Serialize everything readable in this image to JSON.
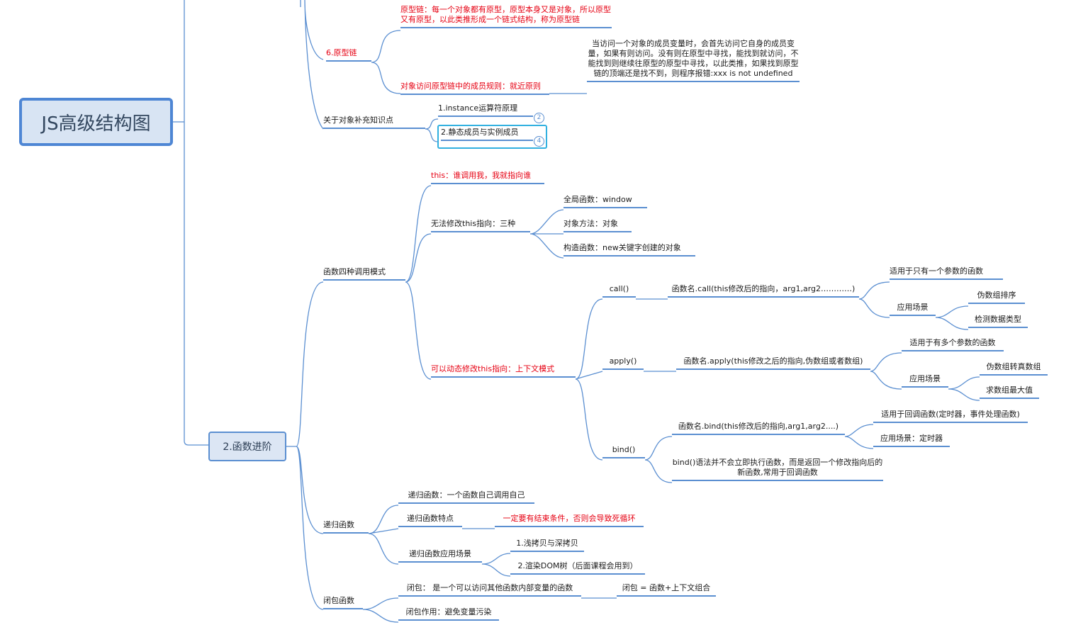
{
  "root": {
    "label": "JS高级结构图"
  },
  "branch_function": {
    "label": "2.函数进阶"
  },
  "prototype_chain": {
    "label": "6.原型链",
    "definition": "原型链：每一个对象都有原型，原型本身又是对象，所以原型又有原型，以此类推形成一个链式结构，称为原型链",
    "access_rule": "对象访问原型链中的成员规则：就近原则",
    "access_rule_detail": "当访问一个对象的成员变量时，会首先访问它自身的成员变量，如果有则访问。没有则在原型中寻找，能找到就访问，不能找到则继续往原型的原型中寻找，以此类推，如果找到原型链的顶端还是找不到，则程序报错:xxx is not undefined"
  },
  "object_supplement": {
    "label": "关于对象补充知识点",
    "items": [
      {
        "label": "1.instance运算符原理",
        "badge": "2"
      },
      {
        "label": "2.静态成员与实例成员",
        "badge": "4"
      }
    ]
  },
  "call_modes": {
    "label": "函数四种调用模式",
    "this_rule": "this：谁调用我，我就指向谁",
    "unchangeable": {
      "label": "无法修改this指向：三种",
      "items": [
        "全局函数：window",
        "对象方法：对象",
        "构造函数：new关键字创建的对象"
      ]
    },
    "changeable": {
      "label": "可以动态修改this指向：上下文模式",
      "call": {
        "label": "call()",
        "syntax": "函数名.call(this修改后的指向，arg1,arg2…………)",
        "single_param": "适用于只有一个参数的函数",
        "scenes_label": "应用场景",
        "scenes": [
          "伪数组排序",
          "检测数据类型"
        ]
      },
      "apply": {
        "label": "apply()",
        "syntax": "函数名.apply(this修改之后的指向,伪数组或者数组)",
        "multi_param": "适用于有多个参数的函数",
        "scenes_label": "应用场景",
        "scenes": [
          "伪数组转真数组",
          "求数组最大值"
        ]
      },
      "bind": {
        "label": "bind()",
        "syntax": "函数名.bind(this修改后的指向,arg1,arg2....)",
        "callback": "适用于回调函数(定时器，事件处理函数)",
        "scene": "应用场景：定时器",
        "note": "bind()语法并不会立即执行函数，而是返回一个修改指向后的新函数,常用于回调函数"
      }
    }
  },
  "recursion": {
    "label": "递归函数",
    "definition": "递归函数：一个函数自己调用自己",
    "feature_label": "递归函数特点",
    "feature_detail": "一定要有结束条件，否则会导致死循环",
    "scenes_label": "递归函数应用场景",
    "scenes": [
      "1.浅拷贝与深拷贝",
      "2.渲染DOM树（后面课程会用到）"
    ]
  },
  "closure": {
    "label": "闭包函数",
    "definition": "闭包： 是一个可以访问其他函数内部变量的函数",
    "formula": "闭包 = 函数+上下文组合",
    "purpose": "闭包作用：避免变量污染"
  },
  "colors": {
    "line": "#5b8fd1",
    "red_text": "#e60012",
    "selection": "#31b0e0"
  }
}
